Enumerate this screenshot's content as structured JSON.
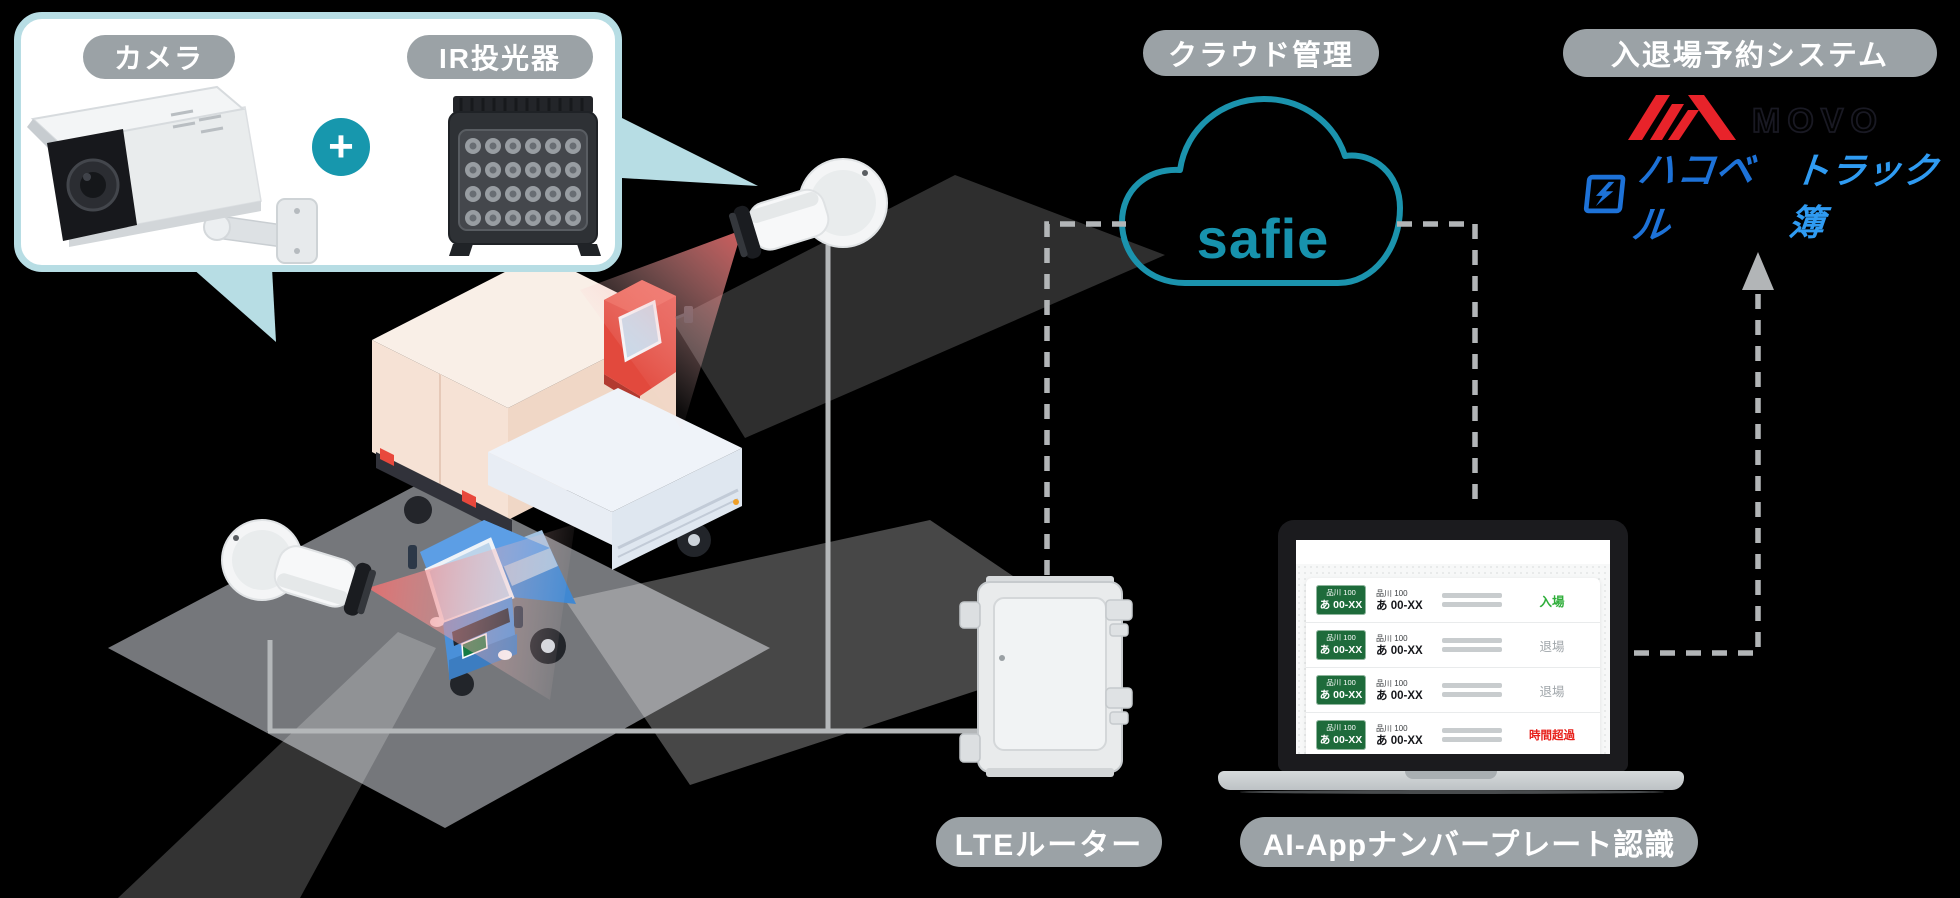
{
  "illustration": {
    "camera_label": "カメラ",
    "ir_label": "IR投光器",
    "plus_sign": "+"
  },
  "cloud": {
    "label": "クラウド管理",
    "brand": "safie"
  },
  "reservation": {
    "label": "入退場予約システム",
    "movo_text": "MOVO",
    "hacobell_text": "ハコベル",
    "truckbook_text": "トラック簿"
  },
  "lte": {
    "label": "LTEルーター"
  },
  "ai_app": {
    "label": "AI-Appナンバープレート認識"
  },
  "screen": {
    "rows": [
      {
        "plate_top": "品川 100",
        "plate_bottom": "あ 00-XX",
        "status": "入場"
      },
      {
        "plate_top": "品川 100",
        "plate_bottom": "あ 00-XX",
        "status": "退場"
      },
      {
        "plate_top": "品川 100",
        "plate_bottom": "あ 00-XX",
        "status": "退場"
      },
      {
        "plate_top": "品川 100",
        "plate_bottom": "あ 00-XX",
        "status": "時間超過"
      }
    ]
  },
  "colors": {
    "accent_teal": "#1792ad",
    "pill_gray": "#9ba2a6",
    "callout_border": "#b7dde4",
    "movo_red": "#e8232a",
    "movo_dark": "#191923",
    "hacobell_blue": "#1d72d8",
    "truckbook_blue": "#2f9bf2",
    "plate_green": "#1e6b3b",
    "status_green": "#2fae3a",
    "status_gray": "#a0a6aa",
    "status_red": "#e71f19",
    "beam_pink": "#f26d6d"
  }
}
